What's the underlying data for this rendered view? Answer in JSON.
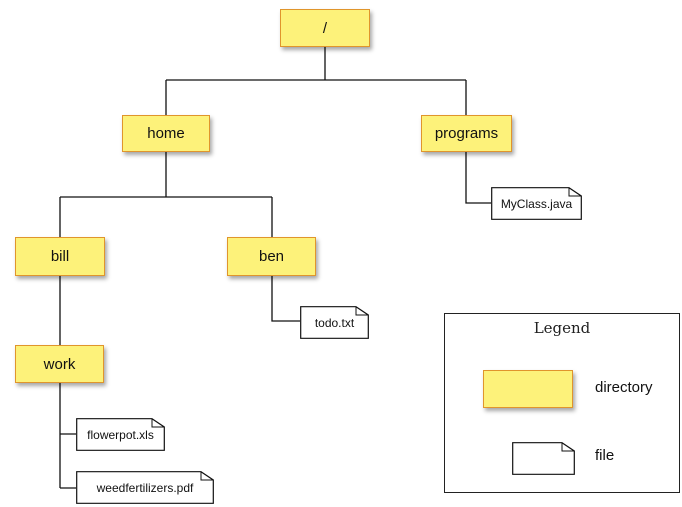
{
  "tree": {
    "directories": {
      "root": "/",
      "home": "home",
      "programs": "programs",
      "bill": "bill",
      "ben": "ben",
      "work": "work"
    },
    "files": {
      "myclass": "MyClass.java",
      "todo": "todo.txt",
      "flowerpot": "flowerpot.xls",
      "weedfertilizers": "weedfertilizers.pdf"
    }
  },
  "legend": {
    "title": "Legend",
    "directory_label": "directory",
    "file_label": "file"
  },
  "colors": {
    "directory_fill": "#fdf27a",
    "directory_border": "#e0952c",
    "line": "#111111"
  }
}
